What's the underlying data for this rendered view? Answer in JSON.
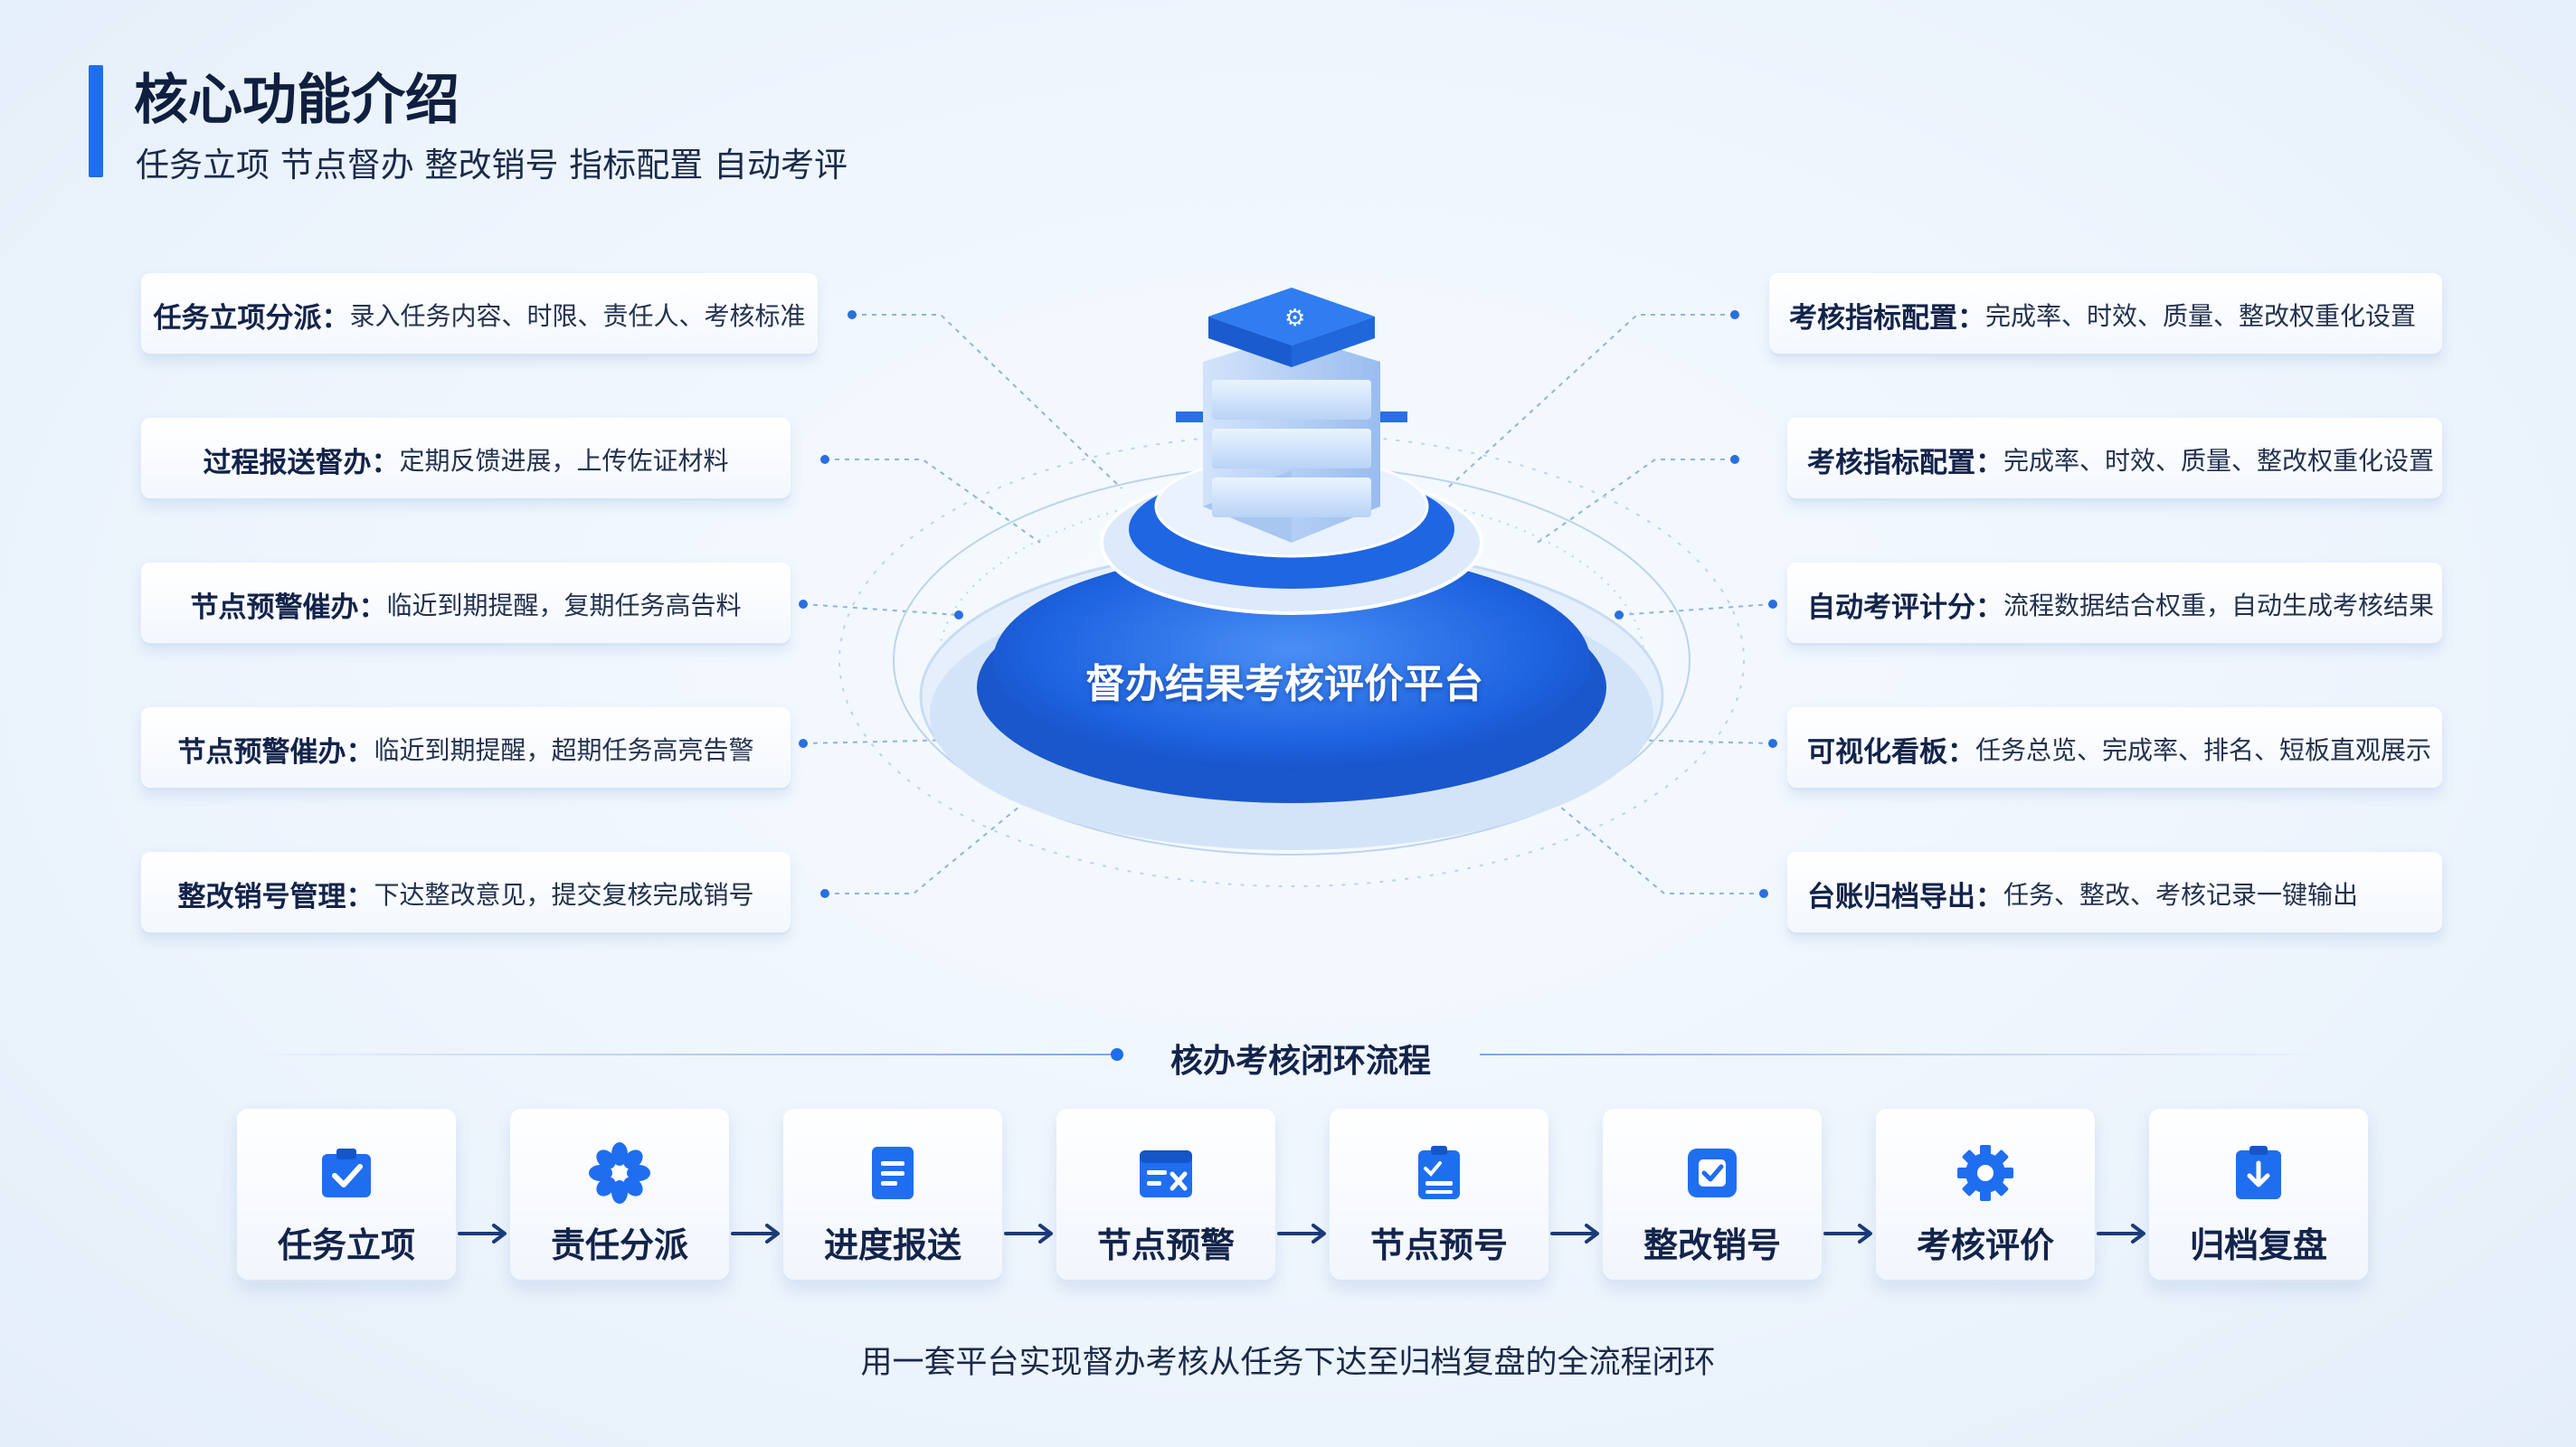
{
  "header": {
    "title": "核心功能介绍",
    "subtitle": "任务立项 节点督办 整改销号 指标配置 自动考评"
  },
  "platform": {
    "title": "督办结果考核评价平台"
  },
  "left_cards": [
    {
      "label": "任务立项分派：",
      "desc": "录入任务内容、时限、责任人、考核标准"
    },
    {
      "label": "过程报送督办：",
      "desc": "定期反馈进展，上传佐证材料"
    },
    {
      "label": "节点预警催办：",
      "desc": "临近到期提醒，复期任务高告料"
    },
    {
      "label": "节点预警催办：",
      "desc": "临近到期提醒，超期任务高亮告警"
    },
    {
      "label": "整改销号管理：",
      "desc": "下达整改意见，提交复核完成销号"
    }
  ],
  "right_cards": [
    {
      "label": "考核指标配置：",
      "desc": "完成率、时效、质量、整改权重化设置"
    },
    {
      "label": "考核指标配置：",
      "desc": "完成率、时效、质量、整改权重化设置"
    },
    {
      "label": "自动考评计分：",
      "desc": "流程数据结合权重，自动生成考核结果"
    },
    {
      "label": "可视化看板：",
      "desc": "任务总览、完成率、排名、短板直观展示"
    },
    {
      "label": "台账归档导出：",
      "desc": "任务、整改、考核记录一键输出"
    }
  ],
  "flow": {
    "title": "核办考核闭环流程",
    "steps": [
      {
        "label": "任务立项",
        "icon": "clipboard-check-icon"
      },
      {
        "label": "责任分派",
        "icon": "flower-icon"
      },
      {
        "label": "进度报送",
        "icon": "document-lines-icon"
      },
      {
        "label": "节点预警",
        "icon": "calendar-alert-icon"
      },
      {
        "label": "节点预号",
        "icon": "clipboard-list-icon"
      },
      {
        "label": "整改销号",
        "icon": "shield-check-icon"
      },
      {
        "label": "考核评价",
        "icon": "gear-icon"
      },
      {
        "label": "归档复盘",
        "icon": "clipboard-download-icon"
      }
    ]
  },
  "footer": {
    "text": "用一套平台实现督办考核从任务下达至归档复盘的全流程闭环"
  },
  "colors": {
    "accent": "#1f6ef0",
    "dark_text": "#13234a",
    "platform_blue": "#1e63e0"
  }
}
